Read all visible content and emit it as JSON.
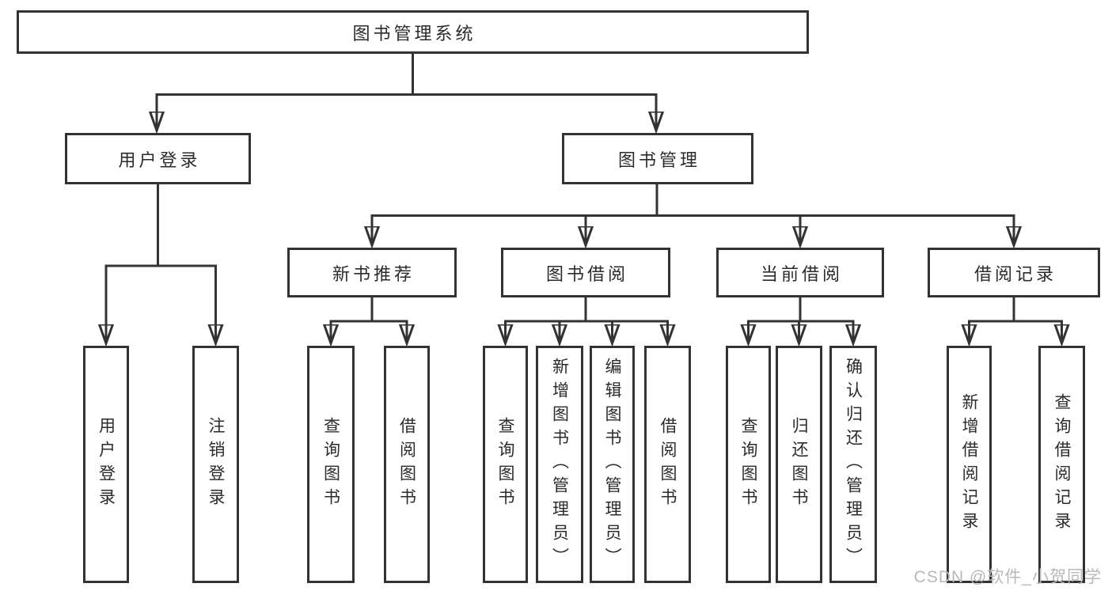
{
  "diagram": {
    "root": {
      "label": "图书管理系统"
    },
    "branches": [
      {
        "label": "用户登录",
        "children": [
          {
            "label": "用户登录"
          },
          {
            "label": "注销登录"
          }
        ]
      },
      {
        "label": "图书管理",
        "children": [
          {
            "label": "新书推荐",
            "children": [
              {
                "label": "查询图书"
              },
              {
                "label": "借阅图书"
              }
            ]
          },
          {
            "label": "图书借阅",
            "children": [
              {
                "label": "查询图书"
              },
              {
                "label": "新增图书（管理员）"
              },
              {
                "label": "编辑图书（管理员）"
              },
              {
                "label": "借阅图书"
              }
            ]
          },
          {
            "label": "当前借阅",
            "children": [
              {
                "label": "查询图书"
              },
              {
                "label": "归还图书"
              },
              {
                "label": "确认归还（管理员）"
              }
            ]
          },
          {
            "label": "借阅记录",
            "children": [
              {
                "label": "新增借阅记录"
              },
              {
                "label": "查询借阅记录"
              }
            ]
          }
        ]
      }
    ]
  },
  "watermark": {
    "text": "CSDN @软件_小贺同学"
  },
  "colors": {
    "line": "#333333",
    "text": "#2b2b2b",
    "box_background": "#ffffff",
    "watermark": "#b9b9b9"
  }
}
